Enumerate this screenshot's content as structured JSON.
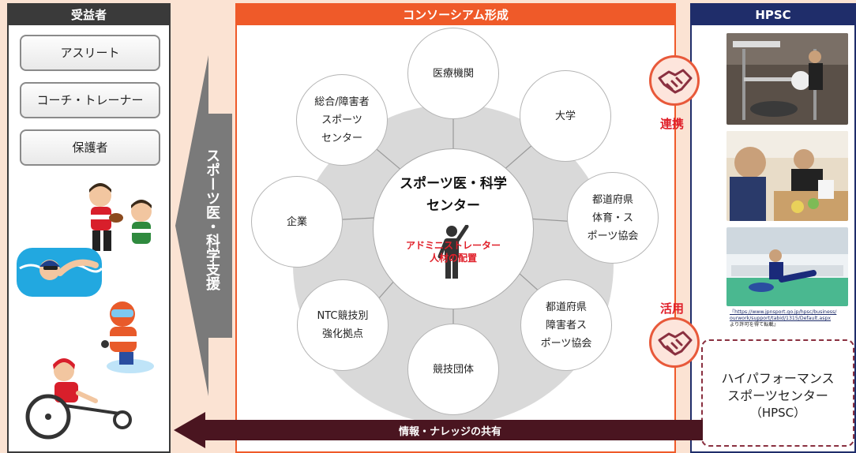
{
  "beneficiaries": {
    "title": "受益者",
    "items": [
      "アスリート",
      "コーチ・トレーナー",
      "保護者"
    ]
  },
  "support_arrow": {
    "label": "スポーツ医・科学支援"
  },
  "consortium": {
    "title": "コンソーシアム形成",
    "center": {
      "title_line1": "スポーツ医・科学",
      "title_line2": "センター",
      "sub_line1": "アドミニストレーター",
      "sub_line2": "人材の配置"
    },
    "nodes": [
      "医療機関",
      "大学",
      "都道府県\n体育・ス\nポーツ協会",
      "都道府県\n障害者ス\nポーツ協会",
      "競技団体",
      "NTC競技別\n強化拠点",
      "企業",
      "総合/障害者\nスポーツ\nセンター"
    ]
  },
  "hpsc": {
    "title": "HPSC",
    "collab_label": "連携",
    "use_label": "活用",
    "credit_line1": "『https://www.jpnsport.go.jp/hpsc/business/",
    "credit_line2": "ourwork/support/tabid/1315/Default.aspx",
    "credit_line3": "より許可を得て転載』",
    "box_line1": "ハイパフォーマンス",
    "box_line2": "スポーツセンター",
    "box_line3": "（HPSC）"
  },
  "share_arrow": {
    "label": "情報・ナレッジの共有"
  },
  "colors": {
    "background": "#fbe3d3",
    "beneficiary_header": "#3a3a3a",
    "consortium_header": "#ef5a29",
    "hpsc_header": "#1f2d6a",
    "share_arrow": "#4a1520",
    "accent_red": "#e0202a"
  },
  "icons": [
    "handshake-icon",
    "person-raising-hand-icon",
    "rugby-player-illustration",
    "swimmer-illustration",
    "para-snowboarder-illustration",
    "wheelchair-racer-illustration"
  ]
}
